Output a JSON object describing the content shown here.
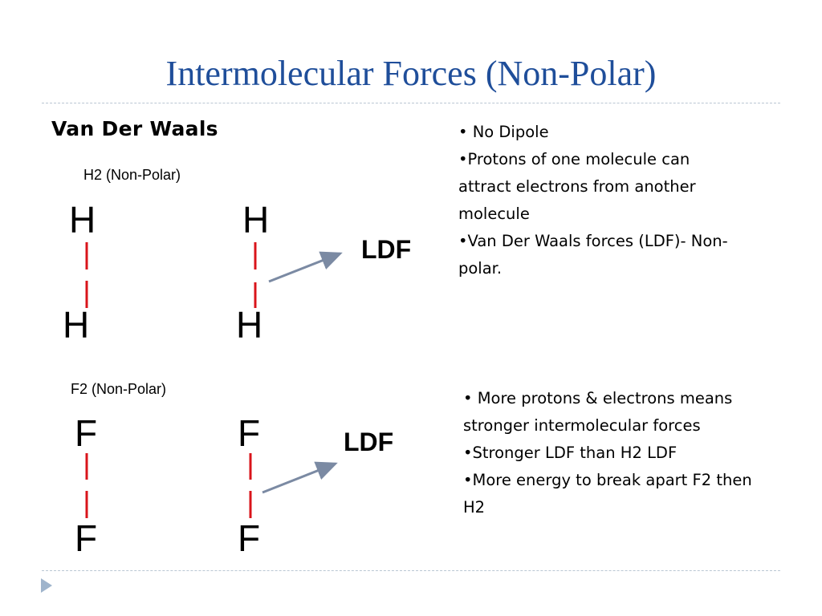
{
  "slide": {
    "title": "Intermolecular Forces (Non-Polar)",
    "section_heading": "Van Der Waals"
  },
  "h2_diagram": {
    "caption": "H2 (Non-Polar)",
    "atoms": [
      "H",
      "H",
      "H",
      "H"
    ],
    "label": "LDF",
    "bullets": [
      "• No Dipole",
      "•Protons of one molecule can attract electrons from another molecule",
      "•Van Der Waals forces (LDF)- Non-polar."
    ]
  },
  "f2_diagram": {
    "caption": "F2 (Non-Polar)",
    "atoms": [
      "F",
      "F",
      "F",
      "F"
    ],
    "label": "LDF",
    "bullets": [
      "• More protons & electrons means stronger intermolecular forces",
      "•Stronger LDF than H2 LDF",
      "•More energy to break apart F2 then H2"
    ]
  },
  "colors": {
    "title": "#1f4e9a",
    "bond": "#000000",
    "ldf_line": "#d9141b",
    "arrow": "#7b8aa3",
    "rule": "#b9c6d3",
    "nav_icon": "#9fb4cc"
  },
  "icons": {
    "nav": "play-triangle-icon"
  }
}
